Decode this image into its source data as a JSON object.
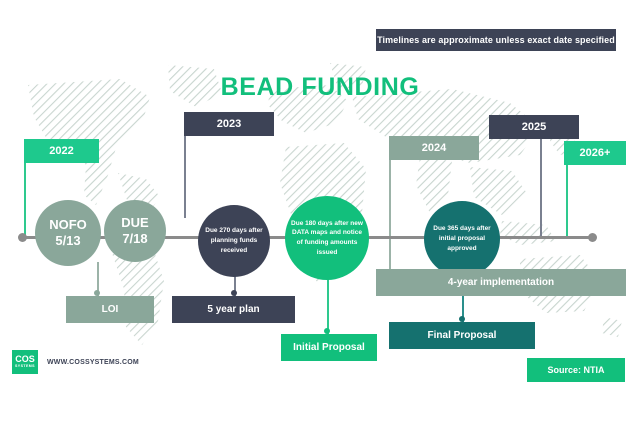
{
  "banner": {
    "text": "Timelines are approximate unless exact date specified"
  },
  "title": "BEAD FUNDING",
  "years": [
    {
      "label": "2022",
      "style": "green"
    },
    {
      "label": "2023",
      "style": "navy"
    },
    {
      "label": "2024",
      "style": "sage"
    },
    {
      "label": "2025",
      "style": "navy"
    },
    {
      "label": "2026+",
      "style": "green"
    }
  ],
  "milestones": [
    {
      "title": "NOFO",
      "date": "5/13",
      "style": "sage"
    },
    {
      "title": "DUE",
      "date": "7/18",
      "style": "sage"
    },
    {
      "note": "Due 270 days after planning funds received",
      "style": "navy"
    },
    {
      "note": "Due 180 days after new DATA maps and notice of funding amounts issued",
      "style": "green"
    },
    {
      "note": "Due 365 days after initial proposal approved",
      "style": "teal"
    }
  ],
  "deliverables": [
    {
      "label": "LOI",
      "style": "sage"
    },
    {
      "label": "5 year plan",
      "style": "navy"
    },
    {
      "label": "Initial Proposal",
      "style": "green"
    },
    {
      "label": "4-year implementation",
      "style": "sage"
    },
    {
      "label": "Final Proposal",
      "style": "teal"
    }
  ],
  "footer": {
    "logo_primary": "COS",
    "logo_secondary": "SYSTEMS",
    "url": "WWW.COSSYSTEMS.COM",
    "source": "Source: NTIA"
  },
  "colors": {
    "green": "#12bf7c",
    "green_chip": "#1ec98d",
    "navy": "#3d4356",
    "sage": "#8aa79a",
    "teal": "#15716f",
    "axis": "#8b8b8b",
    "map_hatch": "#9cb3a8"
  },
  "icons": {
    "logo": "cos-systems-logo"
  }
}
